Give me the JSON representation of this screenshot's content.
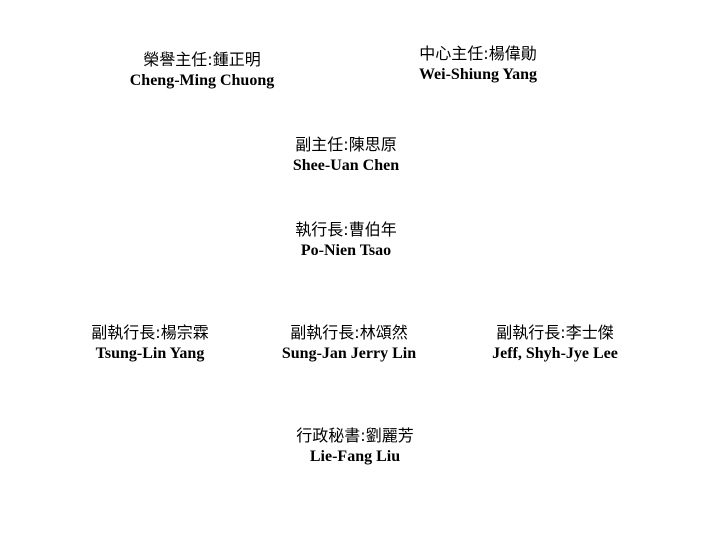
{
  "members": {
    "honorary_director": {
      "role": "榮譽主任:鍾正明",
      "name": "Cheng-Ming Chuong"
    },
    "center_director": {
      "role": "中心主任:楊偉勛",
      "name": "Wei-Shiung Yang"
    },
    "deputy_director": {
      "role": "副主任:陳思原",
      "name": "Shee-Uan Chen"
    },
    "executive_officer": {
      "role": "執行長:曹伯年",
      "name": "Po-Nien Tsao"
    },
    "deputy_exec_1": {
      "role": "副執行長:楊宗霖",
      "name": "Tsung-Lin Yang"
    },
    "deputy_exec_2": {
      "role": "副執行長:林頌然",
      "name": "Sung-Jan Jerry Lin"
    },
    "deputy_exec_3": {
      "role": "副執行長:李士傑",
      "name": "Jeff, Shyh-Jye Lee"
    },
    "admin_secretary": {
      "role": "行政秘書:劉麗芳",
      "name": "Lie-Fang Liu"
    }
  }
}
